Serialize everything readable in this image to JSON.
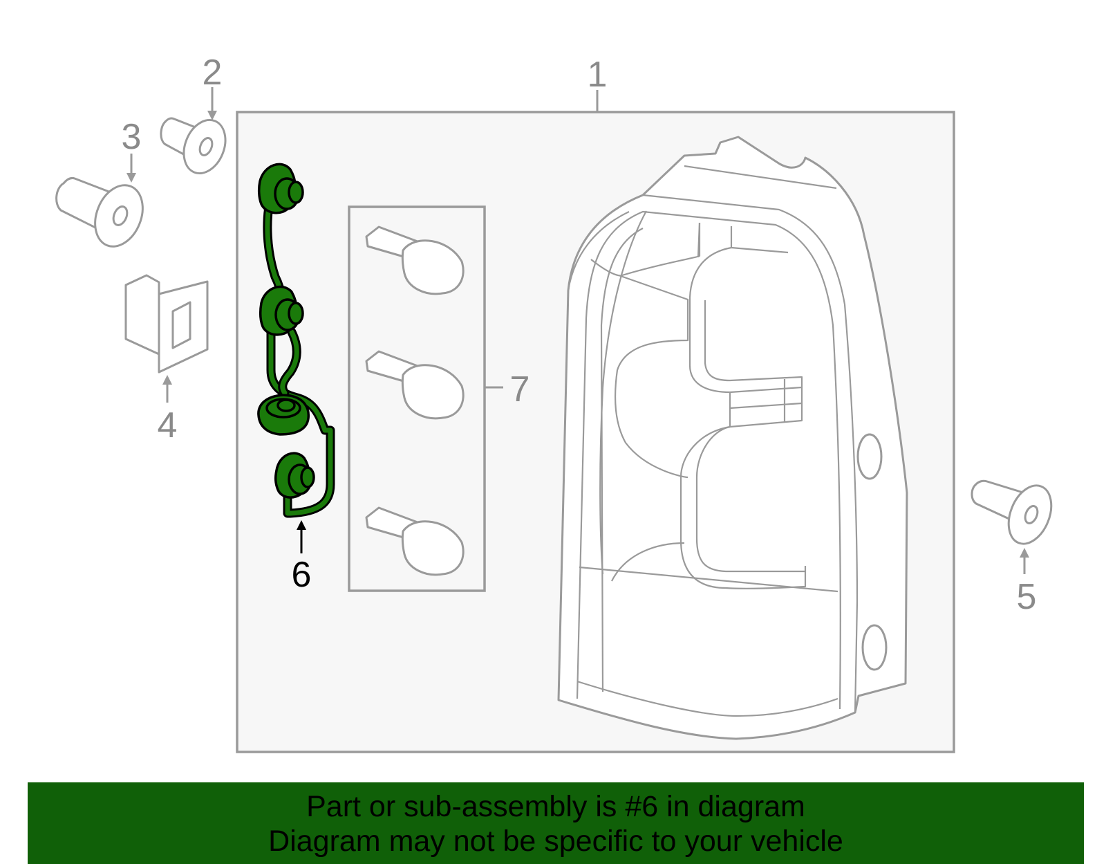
{
  "colors": {
    "highlight_fill": "#1a7a0a",
    "banner_background": "#106008",
    "part_stroke": "#9a9a9a"
  },
  "callouts": {
    "c1": "1",
    "c2": "2",
    "c3": "3",
    "c4": "4",
    "c5": "5",
    "c6": "6",
    "c7": "7"
  },
  "highlighted_part": "6",
  "banner": {
    "line1": "Part or sub-assembly is #6 in diagram",
    "line2": "Diagram may not be specific to your vehicle"
  }
}
